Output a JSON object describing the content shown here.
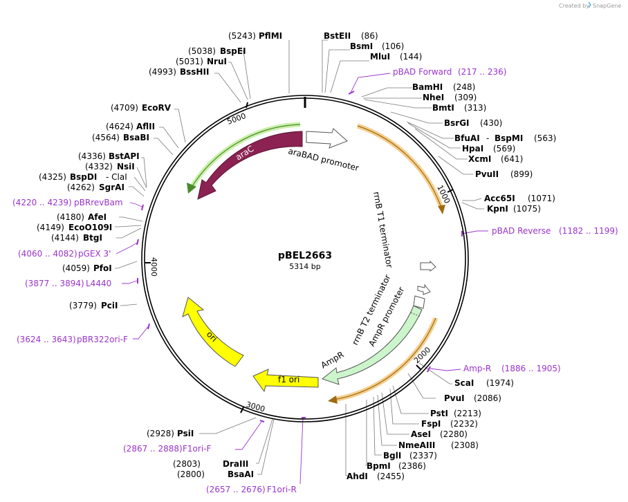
{
  "header": {
    "credit": "Created by",
    "brand": "SnapGene"
  },
  "plasmid": {
    "name": "pBEL2663",
    "length_label": "5314 bp",
    "length": 5314
  },
  "ticks": [
    "1000",
    "2000",
    "3000",
    "4000",
    "5000"
  ],
  "features": [
    {
      "id": "arac",
      "label": "araC"
    },
    {
      "id": "arabad",
      "label": "araBAD promoter"
    },
    {
      "id": "rrnbt1",
      "label": "rrnB T1 terminator"
    },
    {
      "id": "rrnbt2",
      "label": "rrnB T2 terminator"
    },
    {
      "id": "ampr_promoter",
      "label": "AmpR promoter"
    },
    {
      "id": "ampr",
      "label": "AmpR"
    },
    {
      "id": "f1ori",
      "label": "f1 ori"
    },
    {
      "id": "ori",
      "label": "ori"
    }
  ],
  "sites": [
    {
      "name": "PflMI",
      "pos": "(5243)"
    },
    {
      "name": "BstEII",
      "pos": "(86)"
    },
    {
      "name": "BsmI",
      "pos": "(106)"
    },
    {
      "name": "MluI",
      "pos": "(144)"
    },
    {
      "name": "BamHI",
      "pos": "(248)"
    },
    {
      "name": "NheI",
      "pos": "(309)"
    },
    {
      "name": "BmtI",
      "pos": "(313)"
    },
    {
      "name": "BsrGI",
      "pos": "(430)"
    },
    {
      "name": "BfuAI",
      "sep": "-",
      "name2": "BspMI",
      "pos": "(563)"
    },
    {
      "name": "HpaI",
      "pos": "(569)"
    },
    {
      "name": "XcmI",
      "pos": "(641)"
    },
    {
      "name": "PvuII",
      "pos": "(899)"
    },
    {
      "name": "Acc65I",
      "pos": "(1071)"
    },
    {
      "name": "KpnI",
      "pos": "(1075)"
    },
    {
      "name": "ScaI",
      "pos": "(1974)"
    },
    {
      "name": "PvuI",
      "pos": "(2086)"
    },
    {
      "name": "PstI",
      "pos": "(2213)"
    },
    {
      "name": "FspI",
      "pos": "(2232)"
    },
    {
      "name": "AseI",
      "pos": "(2280)"
    },
    {
      "name": "NmeAIII",
      "pos": "(2308)"
    },
    {
      "name": "BglI",
      "pos": "(2337)"
    },
    {
      "name": "BpmI",
      "pos": "(2386)"
    },
    {
      "name": "AhdI",
      "pos": "(2455)"
    },
    {
      "name": "BspEI",
      "pos": "(5038)"
    },
    {
      "name": "NruI",
      "pos": "(5031)"
    },
    {
      "name": "BssHII",
      "pos": "(4993)"
    },
    {
      "name": "EcoRV",
      "pos": "(4709)"
    },
    {
      "name": "AflII",
      "pos": "(4624)"
    },
    {
      "name": "BsaBI",
      "pos": "(4564)"
    },
    {
      "name": "BstAPI",
      "pos": "(4336)"
    },
    {
      "name": "NsiI",
      "pos": "(4332)"
    },
    {
      "name": "BspDI",
      "sep": "- ClaI",
      "pos": "(4325)"
    },
    {
      "name": "SgrAI",
      "pos": "(4262)"
    },
    {
      "name": "AfeI",
      "pos": "(4180)"
    },
    {
      "name": "EcoO109I",
      "pos": "(4149)"
    },
    {
      "name": "BtgI",
      "pos": "(4144)"
    },
    {
      "name": "PfoI",
      "pos": "(4059)"
    },
    {
      "name": "PciI",
      "pos": "(3779)"
    },
    {
      "name": "PsiI",
      "pos": "(2928)"
    },
    {
      "name": "DraIII",
      "pos": "(2803)"
    },
    {
      "name": "BsaAI",
      "pos": "(2800)"
    }
  ],
  "primers": [
    {
      "name": "pBAD Forward",
      "range": "(217 .. 236)"
    },
    {
      "name": "pBAD Reverse",
      "range": "(1182 .. 1199)"
    },
    {
      "name": "Amp-R",
      "range": "(1886 .. 1905)"
    },
    {
      "name": "F1ori-R",
      "range": "(2657 .. 2676)"
    },
    {
      "name": "F1ori-F",
      "range": "(2867 .. 2888)"
    },
    {
      "name": "pBR322ori-F",
      "range": "(3624 .. 3643)"
    },
    {
      "name": "L4440",
      "range": "(3877 .. 3894)"
    },
    {
      "name": "pGEX 3'",
      "range": "(4060 .. 4082)"
    },
    {
      "name": "pBRrevBam",
      "range": "(4220 .. 4239)"
    }
  ],
  "colors": {
    "backbone": "#000000",
    "araC": "#8b2252",
    "araBAD": "#ffffff",
    "terminator": "#ffffff",
    "AmpR": "#ccf5cc",
    "f1ori": "#ffff00",
    "ori": "#ffff00",
    "primer": "#9933cc",
    "orf_green": "#7dd33d",
    "orf_orange": "#e69a2e"
  }
}
